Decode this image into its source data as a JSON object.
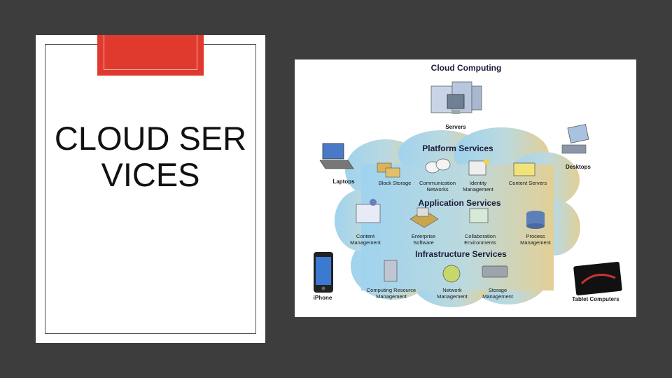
{
  "slide": {
    "title": "CLOUD SERVICES"
  },
  "diagram": {
    "title": "Cloud Computing",
    "devices": {
      "servers": "Servers",
      "laptops": "Laptops",
      "desktops": "Desktops",
      "iphone": "iPhone",
      "tablets": "Tablet Computers"
    },
    "platform": {
      "header": "Platform Services",
      "items": [
        "Block Storage",
        "Communication Networks",
        "Identity Management",
        "Content Servers"
      ]
    },
    "application": {
      "header": "Application Services",
      "items": [
        "Content Management",
        "Enterprise Software",
        "Collaboration Environments",
        "Process Management"
      ]
    },
    "infrastructure": {
      "header": "Infrastructure Services",
      "items": [
        "Computing Resource Management",
        "Network Management",
        "Storage Management"
      ]
    },
    "colors": {
      "cloud_left": "#9fd3ef",
      "cloud_right": "#e2cf96",
      "accent": "#e03a2f"
    }
  }
}
